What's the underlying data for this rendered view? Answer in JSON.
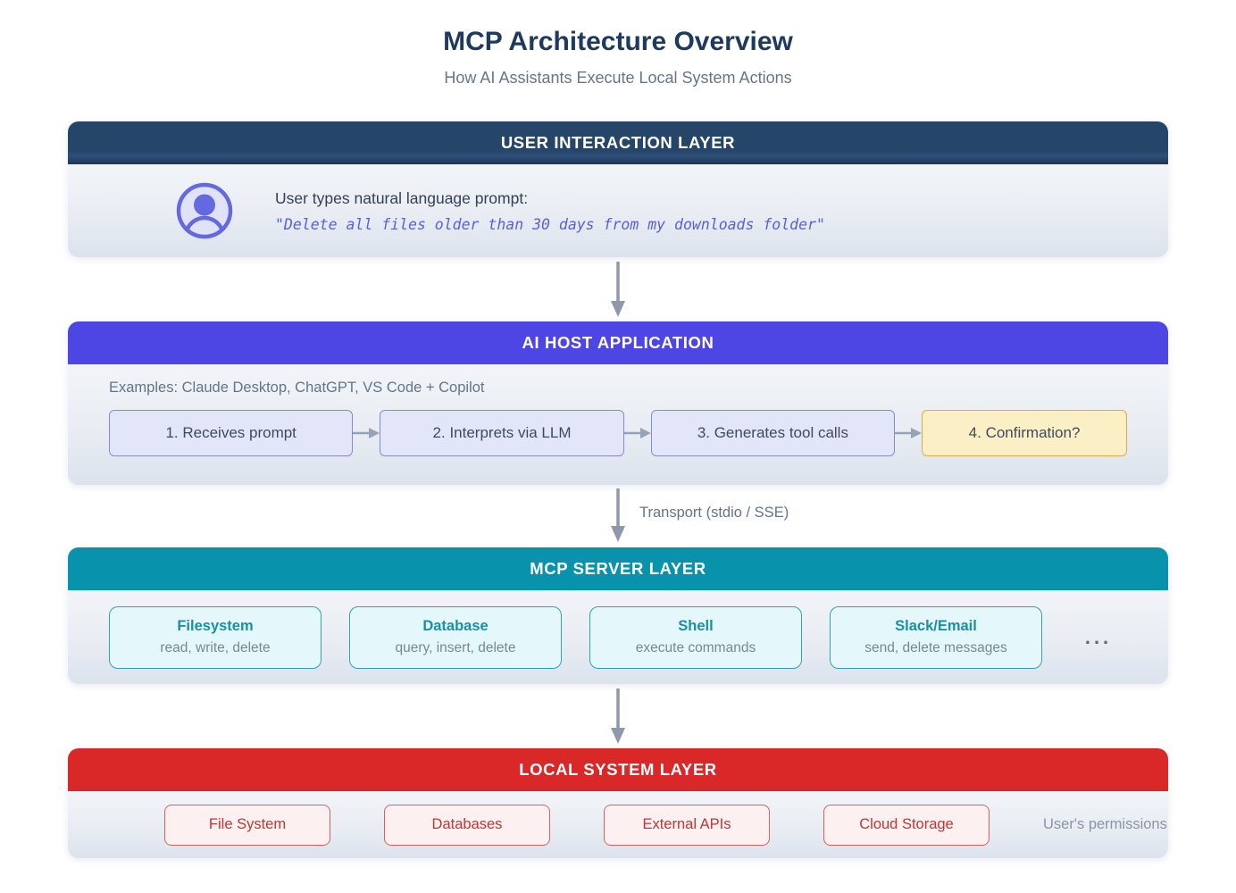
{
  "page": {
    "title": "MCP Architecture Overview",
    "subtitle": "How AI Assistants Execute Local System Actions"
  },
  "layers": {
    "user_interaction": {
      "header": "USER INTERACTION LAYER",
      "prompt_label": "User types natural language prompt:",
      "prompt_quote": "\"Delete all files older than 30 days from my downloads folder\""
    },
    "ai_host": {
      "header": "AI HOST APPLICATION",
      "examples": "Examples: Claude Desktop, ChatGPT, VS Code + Copilot",
      "steps": [
        "1. Receives prompt",
        "2. Interprets via LLM",
        "3. Generates tool calls",
        "4. Confirmation?"
      ]
    },
    "mcp_server": {
      "header": "MCP SERVER LAYER",
      "servers": [
        {
          "name": "Filesystem",
          "operations": "read, write, delete"
        },
        {
          "name": "Database",
          "operations": "query, insert, delete"
        },
        {
          "name": "Shell",
          "operations": "execute commands"
        },
        {
          "name": "Slack/Email",
          "operations": "send, delete messages"
        }
      ],
      "ellipsis": "..."
    },
    "local_system": {
      "header": "LOCAL SYSTEM LAYER",
      "resources": [
        "File System",
        "Databases",
        "External APIs",
        "Cloud Storage"
      ],
      "note": "User's permissions"
    }
  },
  "connectors": {
    "transport_label": "Transport (stdio / SSE)"
  },
  "colors": {
    "title_navy": "#1e3a5f",
    "header_user": "#254569",
    "header_ai": "#4d45e4",
    "header_mcp": "#0992ab",
    "header_local": "#da2727",
    "step_border": "#8589da",
    "confirmation_bg": "#fbefc5",
    "confirmation_border": "#e0a94e",
    "server_accent": "#1a8fa8",
    "resource_accent": "#c13535",
    "quote_purple": "#5a61d8",
    "arrow_gray": "#8d99ab"
  }
}
